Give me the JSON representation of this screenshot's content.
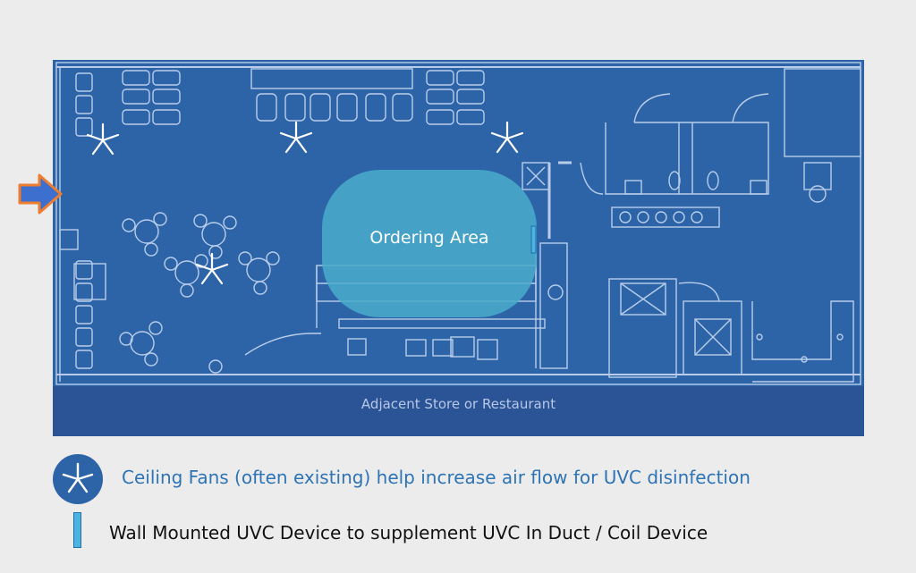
{
  "diagram": {
    "ordering_area_label": "Ordering Area",
    "adjacent_label": "Adjacent Store or Restaurant"
  },
  "legend": {
    "fan_text": "Ceiling Fans (often existing) help increase air flow for UVC disinfection",
    "uvc_text": "Wall Mounted UVC Device to supplement UVC In Duct / Coil Device"
  },
  "colors": {
    "background": "#ececec",
    "floor_plan": "#2d64a8",
    "adjacent_store": "#2b5496",
    "ordering_area": "#4aaccb",
    "entry_arrow": "#3d6fcf",
    "entry_arrow_outline": "#ed7d31",
    "uvc_device": "#4db3e0",
    "legend_fan_text": "#2e74b5"
  },
  "icons": [
    "ceiling-fan-icon",
    "uvc-device-icon",
    "entry-arrow-icon"
  ]
}
